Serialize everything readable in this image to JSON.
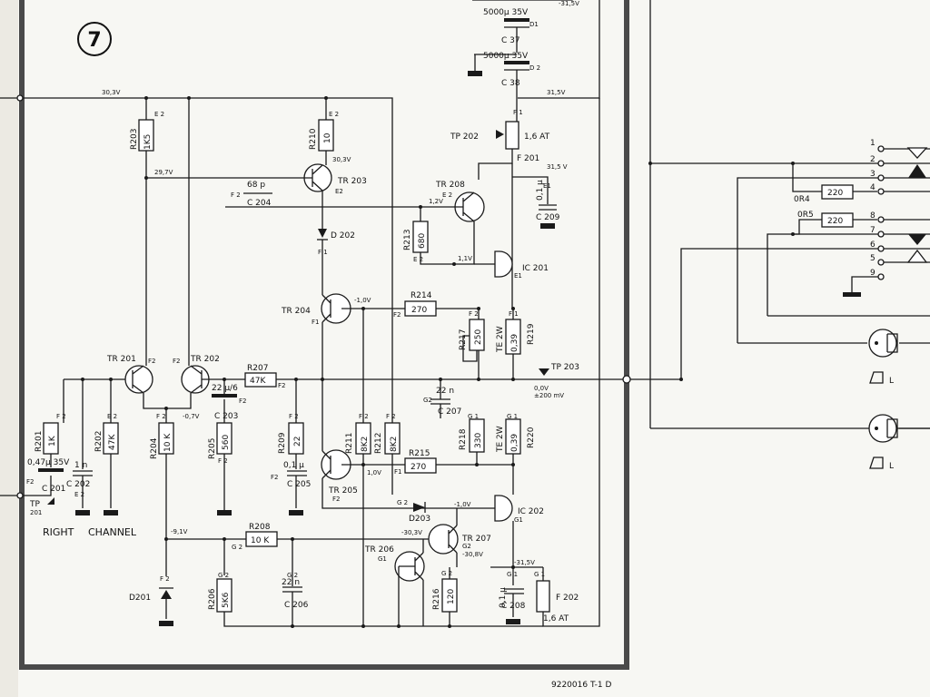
{
  "sheet": {
    "number": "7",
    "doc_code": "9220016 T-1 D"
  },
  "channel_label": {
    "line1": "RIGHT",
    "line2": "CHANNEL"
  },
  "testpoints": {
    "tp201": {
      "label": "TP",
      "num": "201"
    },
    "tp202": "TP 202",
    "tp203": "TP 203"
  },
  "voltages": {
    "rail_pos": "30,3V",
    "rail_neg": "-31,5V",
    "v_31_5": "31,5V",
    "v_31_5b": "31,5 V",
    "v_29_7": "29,7V",
    "v_30_3": "30,3V",
    "v_1_2": "1,2V",
    "v_1_1": "1,1V",
    "v_m1_0": "-1,0V",
    "v_m0_7": "-0,7V",
    "v_1_0": "1,0V",
    "v_m1_0b": "-1,0V",
    "v_m9_1": "-9,1V",
    "v_m30_3": "-30,3V",
    "v_m30_8": "-30,8V",
    "v_m31_5": "-31,5V",
    "v_out": "0,0V",
    "v_out2": "±200 mV"
  },
  "resistors": [
    {
      "ref": "R203",
      "value": "1K5"
    },
    {
      "ref": "R210",
      "value": "10"
    },
    {
      "ref": "R213",
      "value": "680"
    },
    {
      "ref": "R214",
      "value": "270"
    },
    {
      "ref": "R217",
      "value": "250"
    },
    {
      "ref": "R219",
      "value": "0,39",
      "note": "TE 2W"
    },
    {
      "ref": "R207",
      "value": "47K"
    },
    {
      "ref": "R201",
      "value": "1K"
    },
    {
      "ref": "R202",
      "value": "47K"
    },
    {
      "ref": "R204",
      "value": "10 K"
    },
    {
      "ref": "R205",
      "value": "560"
    },
    {
      "ref": "R209",
      "value": "22"
    },
    {
      "ref": "R211",
      "value": "8K2"
    },
    {
      "ref": "R212",
      "value": "8K2"
    },
    {
      "ref": "R215",
      "value": "270"
    },
    {
      "ref": "R218",
      "value": "330"
    },
    {
      "ref": "R220",
      "value": "0,39",
      "note": "TE 2W"
    },
    {
      "ref": "R208",
      "value": "10 K"
    },
    {
      "ref": "R206",
      "value": "5K6"
    },
    {
      "ref": "R216",
      "value": "120"
    }
  ],
  "capacitors": [
    {
      "ref": "C 37",
      "value": "5000µ 35V",
      "tag": "D1"
    },
    {
      "ref": "C 38",
      "value": "5000µ 35V",
      "tag": "D 2"
    },
    {
      "ref": "C 204",
      "value": "68 p"
    },
    {
      "ref": "C 209",
      "value": "0,1 µ"
    },
    {
      "ref": "C 203",
      "value": "22 µ/6"
    },
    {
      "ref": "C 207",
      "value": "22 n"
    },
    {
      "ref": "C 201",
      "value": "0,47µ 35V"
    },
    {
      "ref": "C 202",
      "value": "1 n"
    },
    {
      "ref": "C 205",
      "value": "0,1 µ"
    },
    {
      "ref": "C 206",
      "value": "22 n"
    },
    {
      "ref": "C 208",
      "value": "0,1 µ"
    }
  ],
  "transistors": [
    "TR 203",
    "TR 208",
    "TR 204",
    "TR 201",
    "TR 202",
    "TR 205",
    "TR 206",
    "TR 207"
  ],
  "ics": [
    "IC 201",
    "IC 202"
  ],
  "diodes": [
    "D 202",
    "D203",
    "D201"
  ],
  "fuses": [
    {
      "ref": "F 201",
      "value": "1,6 AT"
    },
    {
      "ref": "F 202",
      "value": "1,6 AT"
    }
  ],
  "grid": [
    "E 2",
    "F 2",
    "F 1",
    "E 1",
    "G 2",
    "G 1",
    "D 1"
  ],
  "connector": {
    "pins": [
      "1",
      "2",
      "3",
      "4",
      "8",
      "7",
      "6",
      "5",
      "9"
    ],
    "r_labels": [
      {
        "ref": "0R4",
        "value": "220"
      },
      {
        "ref": "0R5",
        "value": "220"
      }
    ],
    "speaker_label": "L"
  }
}
